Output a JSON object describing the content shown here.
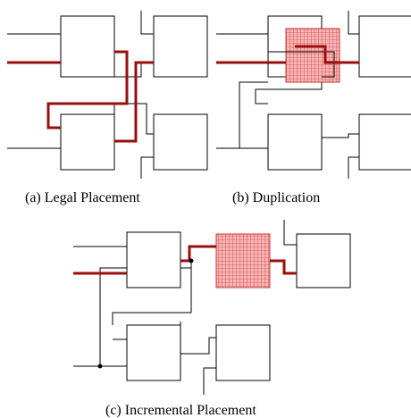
{
  "captions": {
    "a": "(a) Legal Placement",
    "b": "(b) Duplication",
    "c": "(c) Incremental Placement"
  },
  "colors": {
    "critical_path": "#9b0d0d",
    "duplicate_fill": "#f6b5b5",
    "duplicate_grid": "#e06464",
    "block_stroke": "#000000"
  }
}
